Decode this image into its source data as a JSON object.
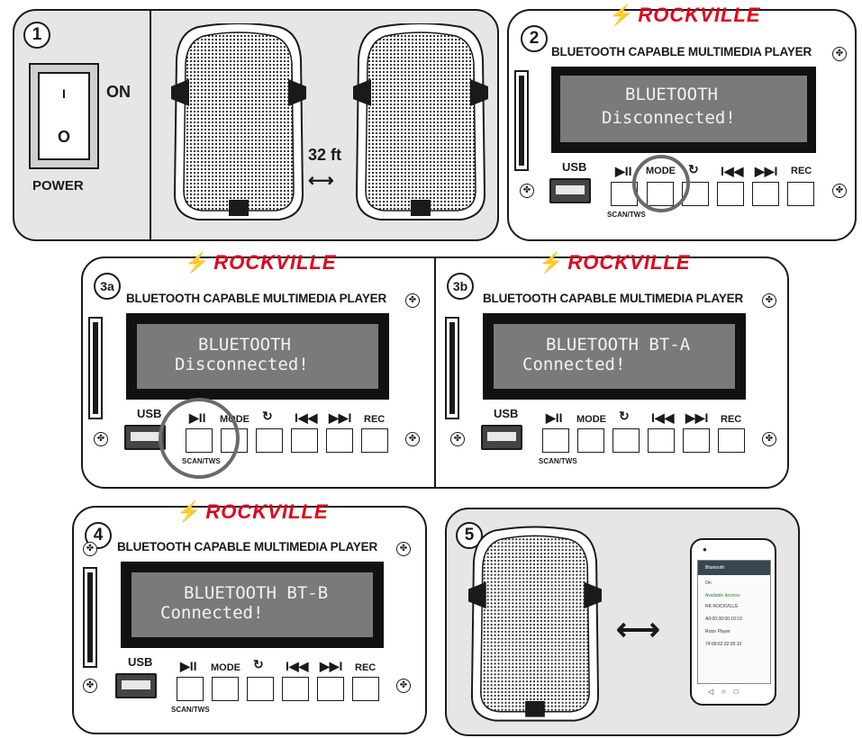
{
  "brand": "ROCKVILLE",
  "panel_title": "BLUETOOTH CAPABLE MULTIMEDIA PLAYER",
  "buttons": {
    "usb": "USB",
    "play_pause": "▶II",
    "mode": "MODE",
    "repeat": "↻",
    "prev": "I◀◀",
    "next": "▶▶I",
    "rec": "REC",
    "scan_tws": "SCAN/TWS"
  },
  "step1": {
    "number": "1",
    "on_label": "ON",
    "power_label": "POWER",
    "switch_top": "I",
    "switch_bottom": "O",
    "distance": "32 ft"
  },
  "step2": {
    "number": "2",
    "lcd_line1": "BLUETOOTH",
    "lcd_line2": "Disconnected!"
  },
  "step3a": {
    "number": "3a",
    "lcd_line1": "BLUETOOTH",
    "lcd_line2": "Disconnected!"
  },
  "step3b": {
    "number": "3b",
    "lcd_line1": "BLUETOOTH BT-A",
    "lcd_line2": "Connected!"
  },
  "step4": {
    "number": "4",
    "lcd_line1": "BLUETOOTH BT-B",
    "lcd_line2": "Connected!"
  },
  "step5": {
    "number": "5",
    "phone_header": "Bluetooth",
    "phone_on": "On",
    "phone_section": "Available devices",
    "phone_devices": [
      "RK ROCKVILLE",
      "A0:00:00:00:10:10",
      "Rotor Player",
      "74:99:62:32:00:10"
    ]
  },
  "colors": {
    "brand": "#e2001a",
    "lcd_screen": "#7a7a7a",
    "lcd_bezel": "#111111",
    "panel_gray": "#e6e6e6",
    "highlight": "#6a6a6a"
  }
}
